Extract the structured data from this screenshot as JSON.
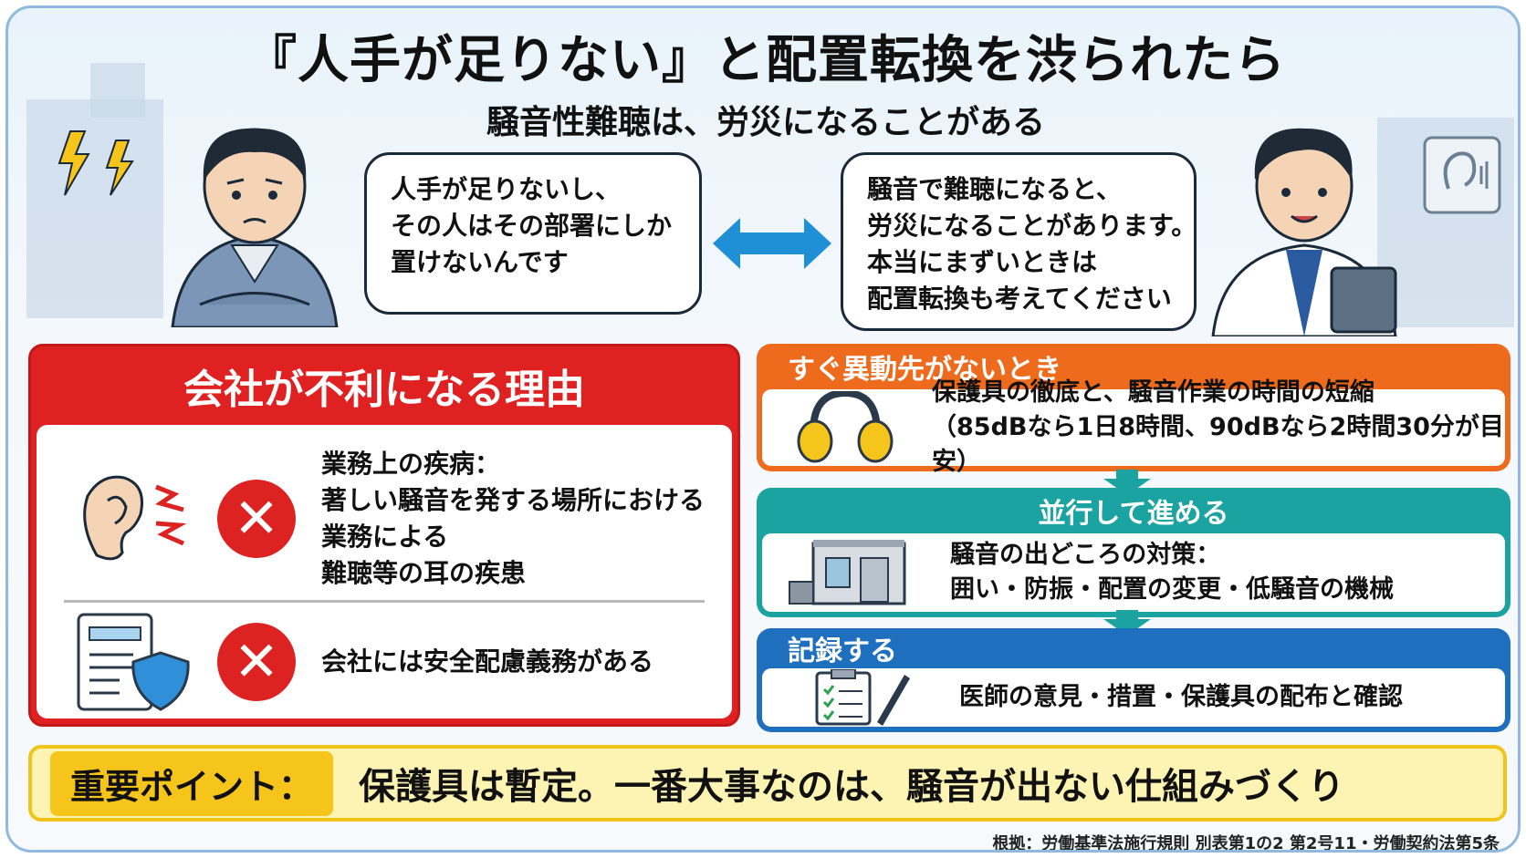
{
  "header": {
    "title": "『人手が足りない』と配置転換を渋られたら",
    "subtitle": "騒音性難聴は、労災になることがある"
  },
  "dialogue": {
    "left_bubble": [
      "人手が足りないし、",
      "その人はその部署にしか",
      "置けないんです"
    ],
    "right_bubble": [
      "騒音で難聴になると、",
      "労災になることがあります。",
      "本当にまずいときは",
      "配置転換も考えてください"
    ]
  },
  "reasons_panel": {
    "title": "会社が不利になる理由",
    "items": [
      {
        "icon": "ear-noise-icon",
        "lines": [
          "業務上の疾病：",
          "著しい騒音を発する場所における",
          "業務による",
          "難聴等の耳の疾患"
        ]
      },
      {
        "icon": "document-shield-icon",
        "lines": [
          "会社には安全配慮義務がある"
        ]
      }
    ],
    "x_symbol": "✕"
  },
  "flow": [
    {
      "title": "すぐ異動先がないとき",
      "icon": "earmuffs-icon",
      "color": "#ee6a1c",
      "lines": [
        "保護具の徹底と、騒音作業の時間の短縮",
        "（85dBなら1日8時間、90dBなら2時間30分が目安）"
      ]
    },
    {
      "title": "並行して進める",
      "icon": "enclosure-icon",
      "color": "#1aa3a0",
      "lines": [
        "騒音の出どころの対策：",
        "囲い・防振・配置の変更・低騒音の機械"
      ]
    },
    {
      "title": "記録する",
      "icon": "clipboard-checklist-icon",
      "color": "#1f6fbf",
      "lines": [
        "医師の意見・措置・保護具の配布と確認"
      ]
    }
  ],
  "key_point": {
    "label": "重要ポイント：",
    "text": "保護具は暫定。一番大事なのは、騒音が出ない仕組みづくり"
  },
  "source": "根拠：労働基準法施行規則 別表第1の2 第2号11・労働契約法第5条"
}
